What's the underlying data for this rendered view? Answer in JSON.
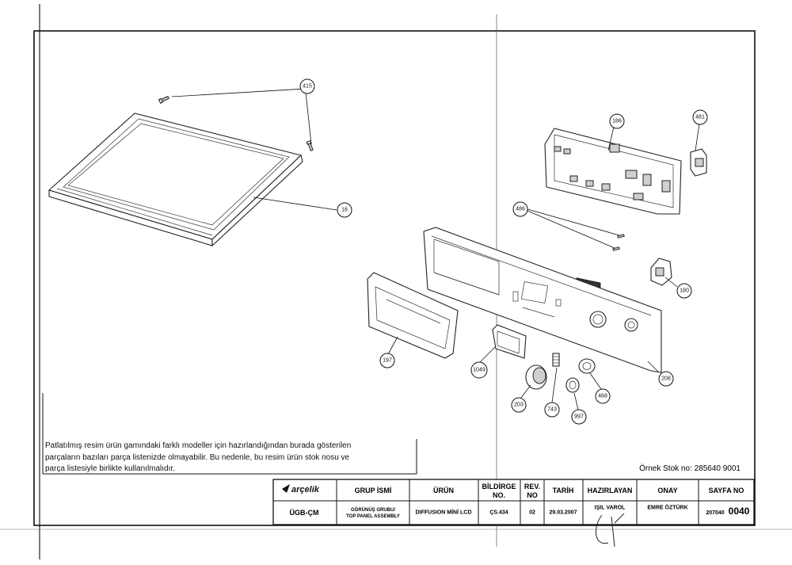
{
  "note": {
    "lines": [
      "Patlatılmış resim ürün gamındaki farklı modeller için hazırlandığından burada gösterilen",
      "parçaların bazıları parça listenizde olmayabilir. Bu nedenle, bu resim ürün stok nosu ve",
      "parça listesiyle birlikte kullanılmalıdır."
    ]
  },
  "stock_example": "Örnek Stok no: 285640 9001",
  "callouts": [
    {
      "id": "c415",
      "label": "415"
    },
    {
      "id": "c18",
      "label": "18"
    },
    {
      "id": "c186",
      "label": "186"
    },
    {
      "id": "c481",
      "label": "481"
    },
    {
      "id": "c486",
      "label": "486"
    },
    {
      "id": "c180",
      "label": "180"
    },
    {
      "id": "c197",
      "label": "197"
    },
    {
      "id": "c1049",
      "label": "1049"
    },
    {
      "id": "c208",
      "label": "208"
    },
    {
      "id": "c203",
      "label": "203"
    },
    {
      "id": "c743",
      "label": "743"
    },
    {
      "id": "c997",
      "label": "997"
    },
    {
      "id": "c468",
      "label": "468"
    }
  ],
  "title_block": {
    "brand": "arçelik",
    "headers": {
      "group": "GRUP İSMİ",
      "product": "ÜRÜN",
      "bildirge": [
        "BİLDİRGE",
        "NO."
      ],
      "rev": [
        "REV.",
        "NO"
      ],
      "date": "TARİH",
      "prepared": "HAZIRLAYAN",
      "approval": "ONAY",
      "page": "SAYFA NO"
    },
    "values": {
      "dept": "ÜGB-ÇM",
      "group": [
        "GÖRÜNÜŞ GRUBU/",
        "TOP PANEL ASSEMBLY"
      ],
      "product": "DIFFUSION MİNİ LCD",
      "bildirge": "ÇS.434",
      "rev": "02",
      "date": "29.03.2007",
      "prepared": "IŞIL VAROL",
      "approval": "EMRE ÖZTÜRK",
      "page_prefix": "207040",
      "page_number": "0040"
    }
  }
}
